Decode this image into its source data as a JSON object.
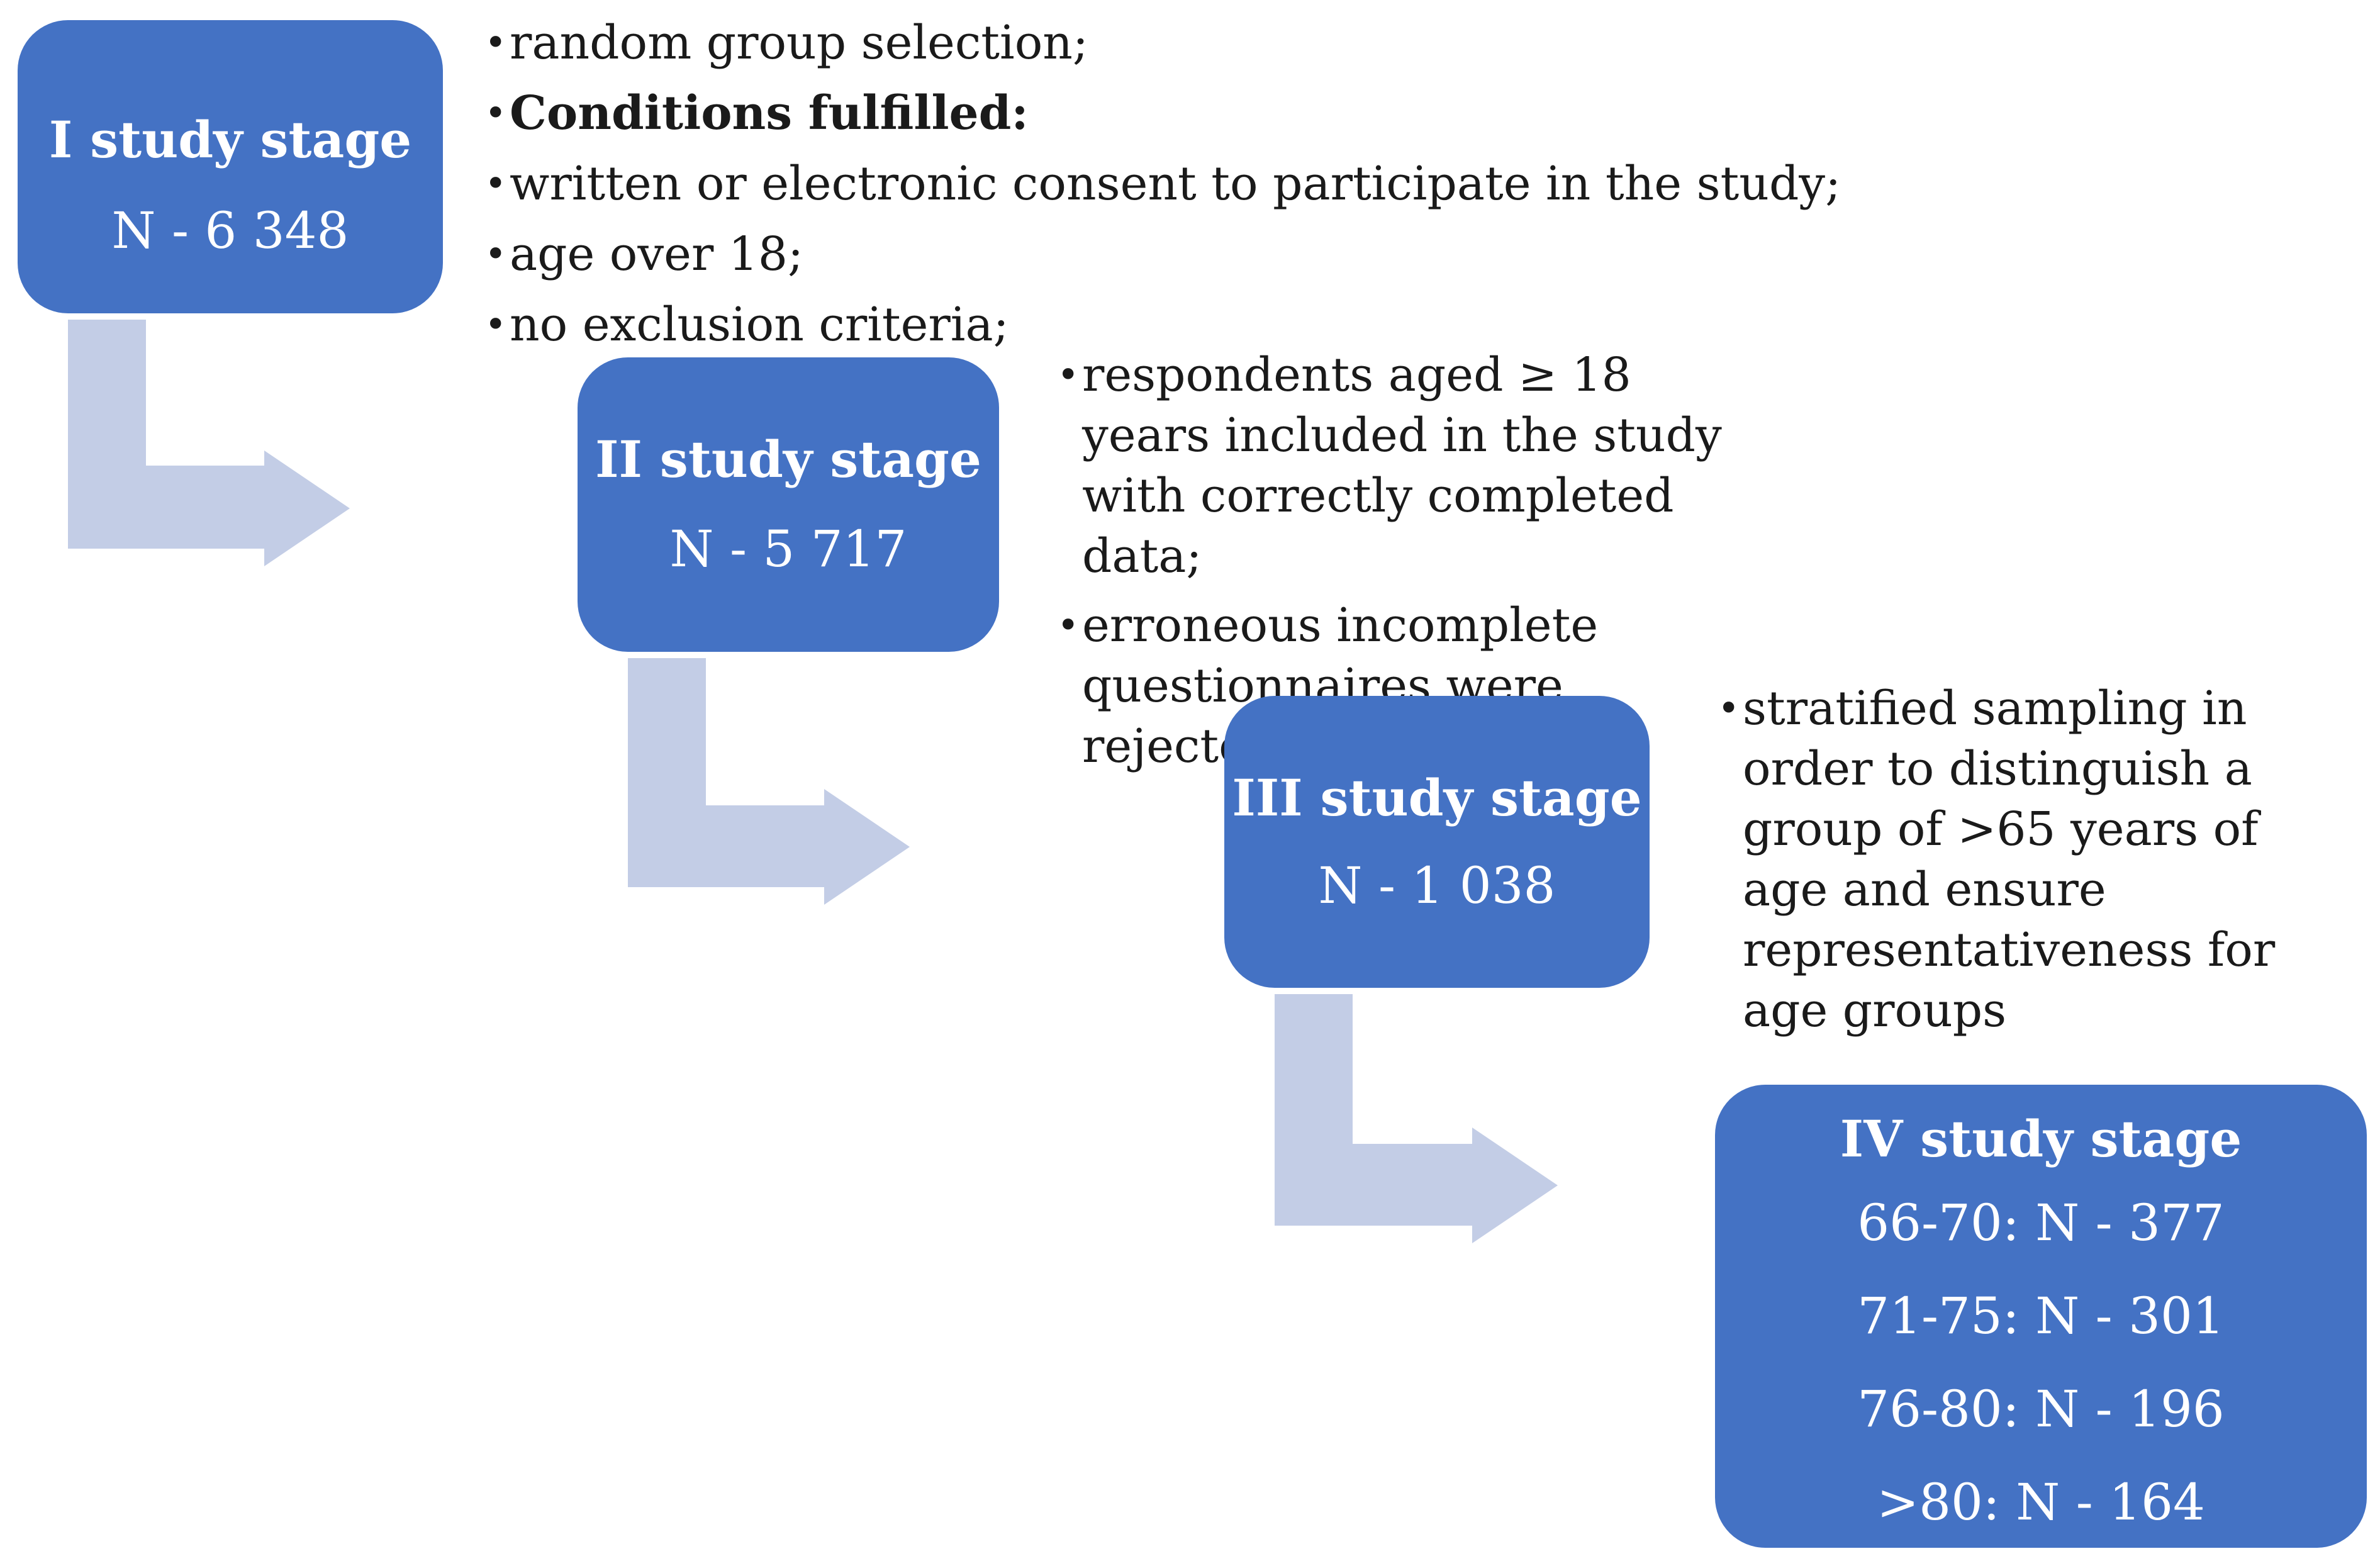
{
  "stages": [
    {
      "title": "I study stage",
      "lines": [
        "N - 6 348"
      ],
      "bullets": [
        {
          "text": "random group selection;",
          "bold": false
        },
        {
          "text": "Conditions fulfilled:",
          "bold": true
        },
        {
          "text": "written or electronic consent to participate in the study;",
          "bold": false
        },
        {
          "text": "age over 18;",
          "bold": false
        },
        {
          "text": "no exclusion criteria;",
          "bold": false
        }
      ]
    },
    {
      "title": "II study stage",
      "lines": [
        "N - 5 717"
      ],
      "bullets": [
        {
          "text": "respondents aged ≥ 18 years included in the study with correctly completed data;",
          "bold": false
        },
        {
          "text": "erroneous incomplete questionnaires were rejected;",
          "bold": false
        }
      ]
    },
    {
      "title": "III study stage",
      "lines": [
        "N - 1 038"
      ],
      "bullets": [
        {
          "text": "stratified sampling in order to distinguish a group of >65 years of age and ensure representativeness for age groups",
          "bold": false
        }
      ]
    },
    {
      "title": "IV study stage",
      "lines": [
        "66-70: N - 377",
        "71-75: N - 301",
        "76-80: N - 196",
        ">80: N - 164"
      ],
      "bullets": []
    }
  ],
  "bullet_symbol": "•",
  "colors": {
    "box": "#4472c4",
    "arrow": "#c3cde6",
    "box_text": "#ffffff",
    "bullet_text": "#1a1a1a"
  }
}
